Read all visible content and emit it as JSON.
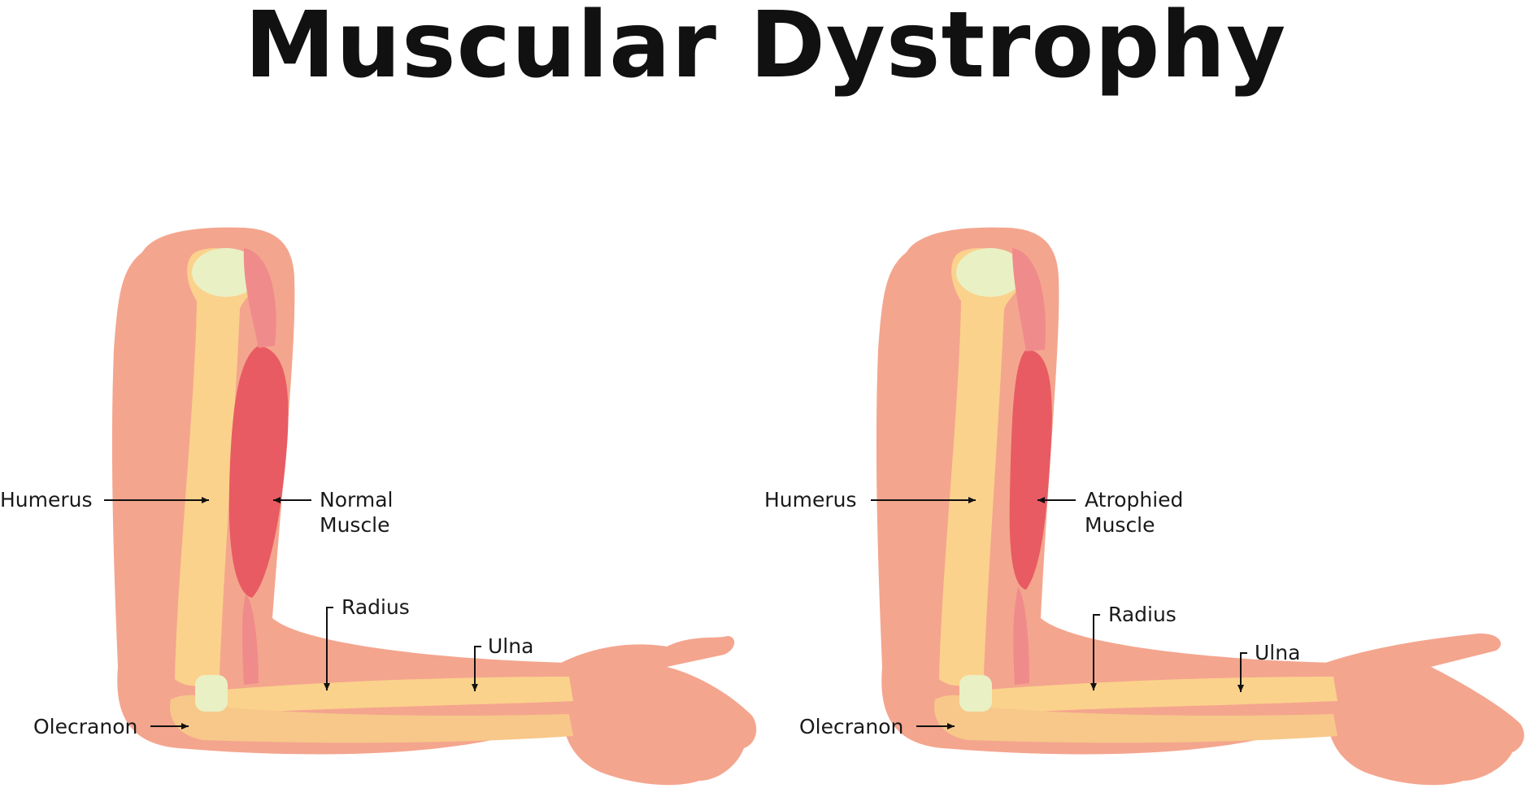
{
  "title": "Muscular Dystrophy",
  "colors": {
    "skin": "#f4a58e",
    "skin_dark": "#ee9780",
    "bone": "#fbd28c",
    "bone_head": "#e9f0c4",
    "muscle": "#e85b63",
    "muscle_light": "#f08b8b"
  },
  "panels": [
    {
      "id": "normal",
      "labels": {
        "humerus": "Humerus",
        "muscle_line1": "Normal",
        "muscle_line2": "Muscle",
        "radius": "Radius",
        "ulna": "Ulna",
        "olecranon": "Olecranon"
      }
    },
    {
      "id": "atrophied",
      "labels": {
        "humerus": "Humerus",
        "muscle_line1": "Atrophied",
        "muscle_line2": "Muscle",
        "radius": "Radius",
        "ulna": "Ulna",
        "olecranon": "Olecranon"
      }
    }
  ]
}
